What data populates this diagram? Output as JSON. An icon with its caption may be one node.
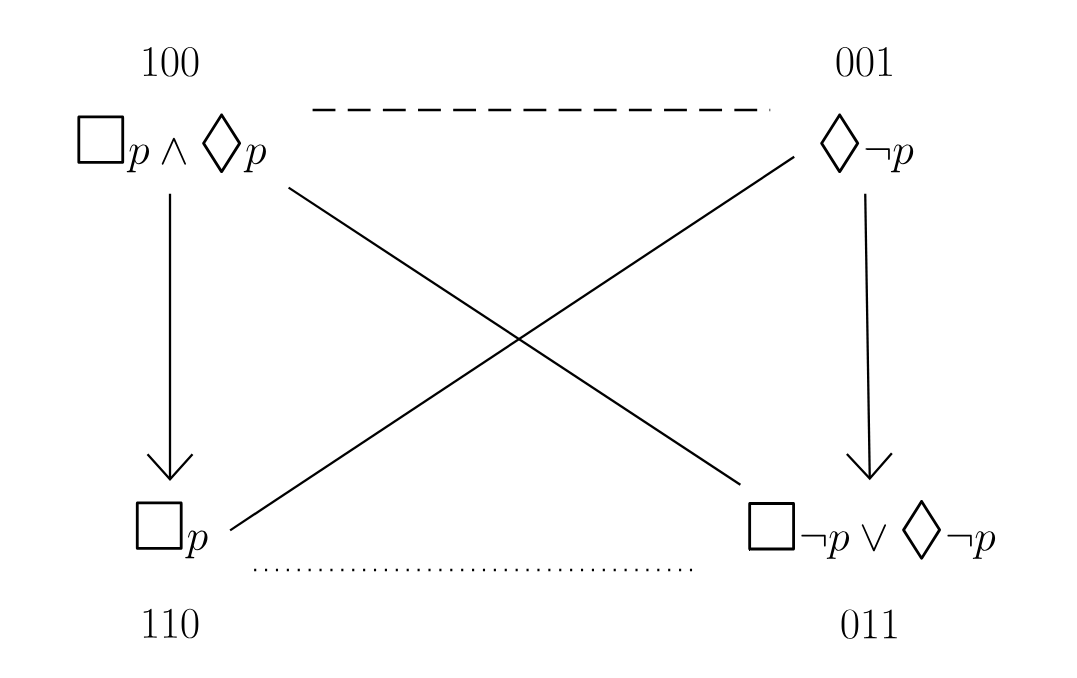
{
  "diagram": {
    "nodes": [
      {
        "text": [
          "100",
          "\\Box p \\land \\Diamond p"
        ]
      },
      {
        "text": [
          "001",
          "\\Diamond \\neg p"
        ]
      },
      {
        "text": [
          "\\Box p",
          "110"
        ]
      },
      {
        "text": [
          "\\Box \\neg p \\lor \\Diamond \\neg p",
          "011"
        ]
      }
    ],
    "edges": [
      {
        "from": 0,
        "to": 1,
        "arrow": "none",
        "style": "dashed"
      },
      {
        "from": 0,
        "to": 2,
        "arrow": "to"
      },
      {
        "from": 1,
        "to": 3,
        "arrow": "to"
      },
      {
        "from": 0,
        "to": 3,
        "arrow": "none"
      },
      {
        "from": 1,
        "to": 2,
        "arrow": "none"
      },
      {
        "from": 2,
        "to": 3,
        "arrow": "none",
        "style": "dashed"
      }
    ]
  }
}
